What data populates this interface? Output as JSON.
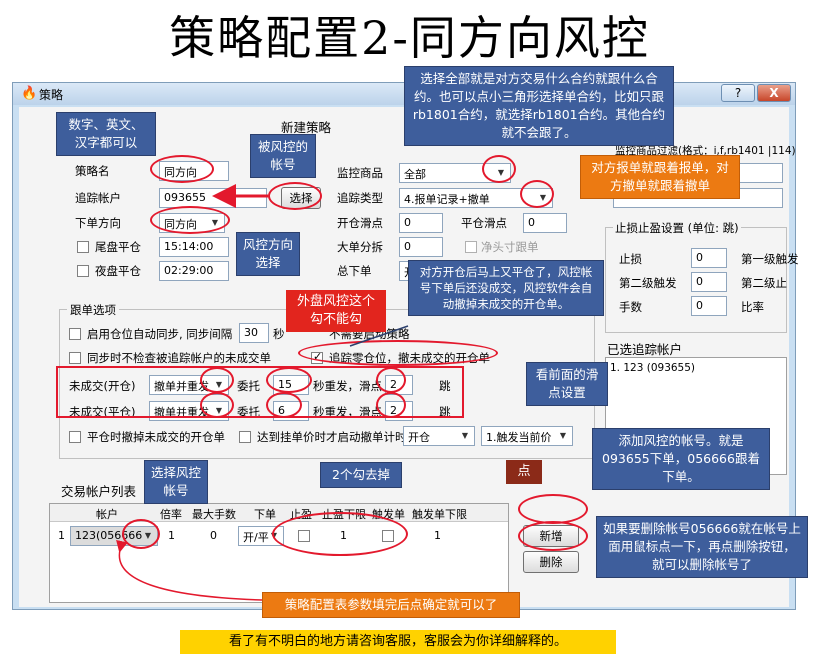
{
  "slide_title": "策略配置2-同方向风控",
  "window": {
    "title": "策略",
    "help_label": "?",
    "close_label": "X"
  },
  "form": {
    "section_title": "新建策略",
    "strategy_name_label": "策略名",
    "strategy_name_value": "同方向",
    "track_account_label": "追踪帐户",
    "track_account_value": "093655",
    "select_button": "选择",
    "order_direction_label": "下单方向",
    "order_direction_value": "同方向",
    "close_at_end_label": "尾盘平仓",
    "close_at_end_time": "15:14:00",
    "night_close_label": "夜盘平仓",
    "night_close_time": "02:29:00",
    "monitor_product_label": "监控商品",
    "monitor_product_value": "全部",
    "track_type_label": "追踪类型",
    "track_type_value": "4.报单记录+撤单",
    "open_slip_label": "开仓滑点",
    "open_slip_value": "0",
    "close_slip_label": "平仓滑点",
    "close_slip_value": "0",
    "big_order_split_label": "大单分拆",
    "big_order_split_value": "0",
    "net_head_label": "净头寸跟单",
    "total_orders_label": "总下单",
    "total_orders_value": "开"
  },
  "follow_options": {
    "title": "跟单选项",
    "enable_sync_label": "启用仓位自动同步, 同步间隔",
    "sync_interval": "30",
    "sync_unit": "秒",
    "no_auto_strategy": "不需要启动策略",
    "sync_no_check_label": "同步时不检查被追踪帐户的未成交单",
    "track_zero_label": "追踪零仓位，撤未成交的开仓单",
    "unfilled_open_label": "未成交(开仓)",
    "unfilled_open_mode": "撤单并重发",
    "unfilled_open_entrust_label": "委托",
    "unfilled_open_entrust": "15",
    "unfilled_open_resend": "秒重发，滑点",
    "unfilled_open_slip": "2",
    "unfilled_open_unit": "跳",
    "unfilled_close_label": "未成交(平仓)",
    "unfilled_close_mode": "撤单并重发",
    "unfilled_close_entrust_label": "委托",
    "unfilled_close_entrust": "6",
    "unfilled_close_resend": "秒重发，滑点",
    "unfilled_close_slip": "2",
    "unfilled_close_unit": "跳",
    "cancel_on_close_label": "平仓时撤掉未成交的开仓单",
    "start_timer_label": "达到挂单价时才启动撤单计时",
    "timer_type": "开仓",
    "trigger_type": "1.触发当前价"
  },
  "right_panel": {
    "filter_title": "监控商品过滤(格式：i,f,rb1401 |114)",
    "stop_title": "止损止盈设置 (单位: 跳)",
    "stop_loss_label": "止损",
    "stop_loss_value": "0",
    "level1_label": "第一级触发",
    "level2_trigger_label": "第二级触发",
    "level2_trigger_value": "0",
    "level2_stop_label": "第二级止",
    "lots_label": "手数",
    "lots_value": "0",
    "ratio_label": "比率",
    "selected_title": "已选追踪帐户",
    "selected_item": "1. 123 (093655)"
  },
  "account_table": {
    "title": "交易帐户列表",
    "headers": [
      "帐户",
      "倍率",
      "最大手数",
      "下单",
      "止盈",
      "止盈下限",
      "触发单",
      "触发单下限"
    ],
    "rows": [
      {
        "index": "1",
        "account": "123(056666",
        "multiplier": "1",
        "max_lots": "0",
        "order": "开/平",
        "trigger_min": "1",
        "trigger_low": "1"
      }
    ],
    "add_button": "新增",
    "delete_button": "删除"
  },
  "annotations": {
    "digits_note": "数字、英文、汉字都可以",
    "controlled_account": "被风控的帐号",
    "select_all_note": "选择全部就是对方交易什么合约就跟什么合约。也可以点小三角形选择单合约，比如只跟rb1801合约，就选择rb1801合约。其他合约就不会跟了。",
    "follow_order_note": "对方报单就跟着报单，对方撤单就跟着撤单",
    "risk_direction": "风控方向选择",
    "external_risk_note": "外盘风控这个勾不能勾",
    "cancel_open_note": "对方开仓后马上又平仓了，风控帐号下单后还没成交，风控软件会自动撤掉未成交的开仓单。",
    "slip_note": "看前面的滑点设置",
    "choose_account": "选择风控帐号",
    "uncheck_two": "2个勾去掉",
    "click_note": "点",
    "add_account_note": "添加风控的帐号。就是093655下单，056666跟着下单。",
    "delete_note": "如果要删除帐号056666就在帐号上面用鼠标点一下，再点删除按钮，就可以删除帐号了",
    "confirm_note": "策略配置表参数填完后点确定就可以了",
    "footer_note": "看了有不明白的地方请咨询客服，客服会为你详细解释的。"
  },
  "colors": {
    "callout_blue": "#3e5e9c",
    "callout_orange": "#ec7a12",
    "callout_red": "#e2251e",
    "highlight_red": "#e3192d",
    "footer_yellow": "#ffd200"
  }
}
